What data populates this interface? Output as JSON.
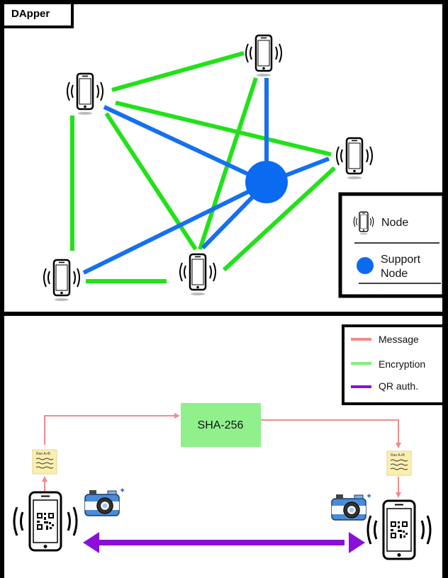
{
  "title": "DApper",
  "network_legend": {
    "node_label": "Node",
    "support_line1": "Support",
    "support_line2": "Node"
  },
  "flow_legend": {
    "message": "Message",
    "encryption": "Encryption",
    "qr": "QR auth."
  },
  "hash_box": "SHA-256",
  "colors": {
    "green": "#22e11a",
    "blue": "#1670ee",
    "support": "#0a6bf0",
    "message": "#f28a8a",
    "encryption": "#7ff07a",
    "qr": "#8a10d8",
    "hash": "#8ff08c",
    "note": "#fbefb0"
  }
}
